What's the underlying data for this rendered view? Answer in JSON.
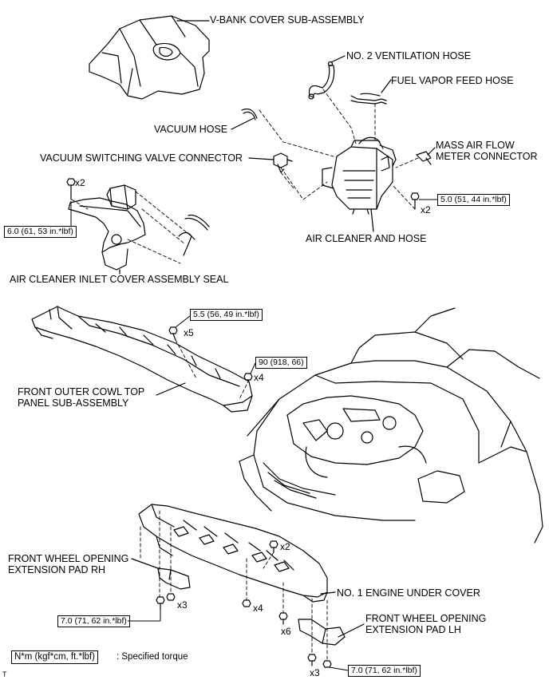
{
  "labels": {
    "v_bank_cover": "V-BANK COVER SUB-ASSEMBLY",
    "no2_vent_hose": "NO. 2 VENTILATION HOSE",
    "fuel_vapor_hose": "FUEL VAPOR FEED HOSE",
    "vacuum_hose": "VACUUM HOSE",
    "maf_line1": "MASS AIR FLOW",
    "maf_line2": "METER CONNECTOR",
    "vsv_connector": "VACUUM SWITCHING  VALVE CONNECTOR",
    "air_cleaner_hose": "AIR CLEANER AND HOSE",
    "inlet_seal": "AIR CLEANER INLET COVER ASSEMBLY SEAL",
    "cowl_line1": "FRONT OUTER COWL TOP",
    "cowl_line2": "PANEL SUB-ASSEMBLY",
    "pad_rh_line1": "FRONT WHEEL OPENING",
    "pad_rh_line2": "EXTENSION PAD RH",
    "under_cover": "NO. 1 ENGINE UNDER COVER",
    "pad_lh_line1": "FRONT WHEEL OPENING",
    "pad_lh_line2": "EXTENSION PAD LH"
  },
  "torques": {
    "t1": "6.0 (61, 53 in.*lbf)",
    "t2": "5.0 (51, 44 in.*lbf)",
    "t3": "5.5 (56, 49 in.*lbf)",
    "t4": "90 (918, 66)",
    "t5": "7.0 (71, 62 in.*lbf)",
    "t6": "7.0 (71, 62 in.*lbf)"
  },
  "quantities": {
    "q1": "x2",
    "q2": "x2",
    "q3": "x5",
    "q4": "x4",
    "q5": "x2",
    "q6": "x3",
    "q7": "x4",
    "q8": "x6",
    "q9": "x3"
  },
  "legend": {
    "unit": "N*m (kgf*cm, ft.*lbf)",
    "meaning": ": Specified torque"
  },
  "corner_mark": "T"
}
